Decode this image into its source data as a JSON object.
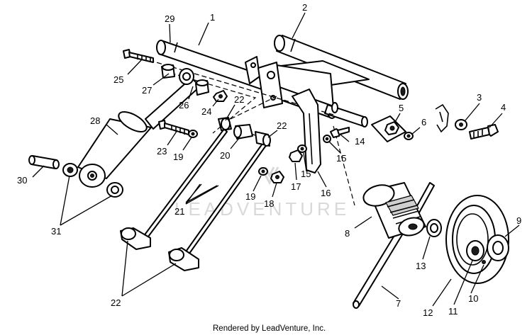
{
  "watermark": "LEADVENTURE",
  "caption": "Rendered by LeadVenture, Inc.",
  "callouts": {
    "c1": "1",
    "c2": "2",
    "c3": "3",
    "c4": "4",
    "c5": "5",
    "c6": "6",
    "c7": "7",
    "c8": "8",
    "c9": "9",
    "c10": "10",
    "c11": "11",
    "c12": "12",
    "c13": "13",
    "c14": "14",
    "c15a": "15",
    "c15b": "15",
    "c16": "16",
    "c17": "17",
    "c18": "18",
    "c19a": "19",
    "c19b": "19",
    "c20": "20",
    "c21": "21",
    "c22a": "22",
    "c22b": "22",
    "c22c": "22",
    "c23": "23",
    "c24": "24",
    "c25": "25",
    "c26": "26",
    "c27": "27",
    "c28": "28",
    "c29": "29",
    "c30": "30",
    "c31": "31"
  }
}
